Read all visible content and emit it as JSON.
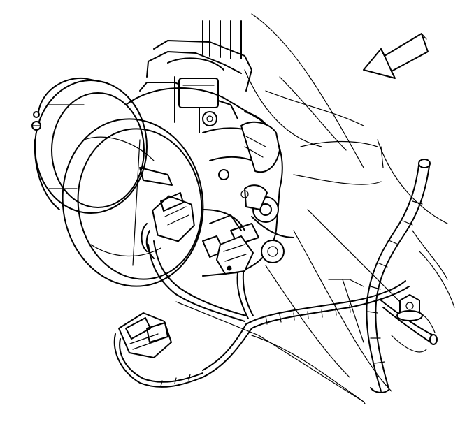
{
  "figure": {
    "background": "#ffffff",
    "line_color": "#000000",
    "parts": [
      "direction-arrow",
      "throttle-body",
      "intake-bell",
      "throttle-lever",
      "sensor-connector",
      "harness-connector",
      "wiring-harness",
      "mounting-bolt"
    ]
  }
}
